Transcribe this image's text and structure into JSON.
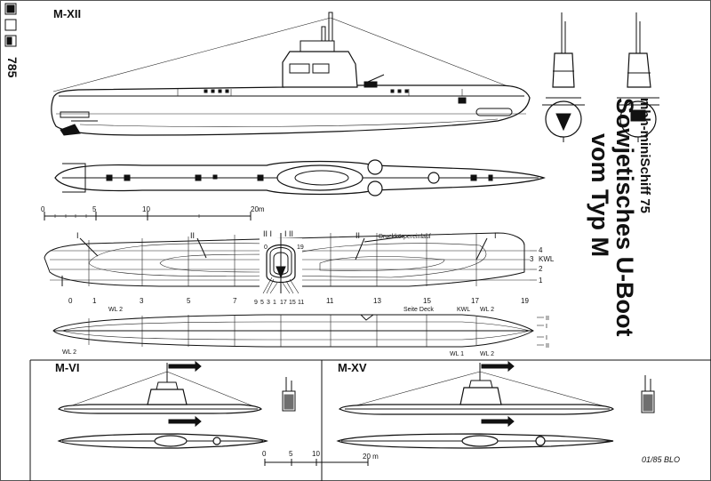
{
  "sheet": {
    "catalog_number": "785",
    "series": "mbh-miniSchiff 75",
    "title_line_1": "Sowjetisches U-Boot",
    "title_line_2": "vom Typ M",
    "signature": "01/85 BLO"
  },
  "main_drawing": {
    "label": "M-XII",
    "scale_ticks": [
      "0",
      "5",
      "10",
      "20m"
    ]
  },
  "lines_plan": {
    "station_marks_roman": [
      "I",
      "II",
      "II I",
      "I II",
      "II",
      "I"
    ],
    "station_numbers": [
      "0",
      "1",
      "3",
      "5",
      "7",
      "9",
      "11",
      "13",
      "15",
      "17",
      "19"
    ],
    "section_numbers_bottom": [
      "9",
      "5",
      "3",
      "1",
      "17",
      "15",
      "11"
    ],
    "section_numbers_top": [
      "0",
      "19"
    ],
    "pressure_hull_label": "Druckkörpereinlauf",
    "waterline_labels_right": [
      "4",
      "3",
      "KWL",
      "2",
      "1"
    ],
    "waterline_labels_plan": [
      "WL 2",
      "WL 2",
      "Seite Deck",
      "KWL",
      "WL 2",
      "WL 1",
      "WL 2"
    ],
    "buttock_labels_right": [
      "II",
      "I",
      "I",
      "II"
    ]
  },
  "variant_left": {
    "label": "M-VI"
  },
  "variant_right": {
    "label": "M-XV"
  },
  "small_scale_ticks": [
    "0",
    "5",
    "10",
    "20 m"
  ]
}
